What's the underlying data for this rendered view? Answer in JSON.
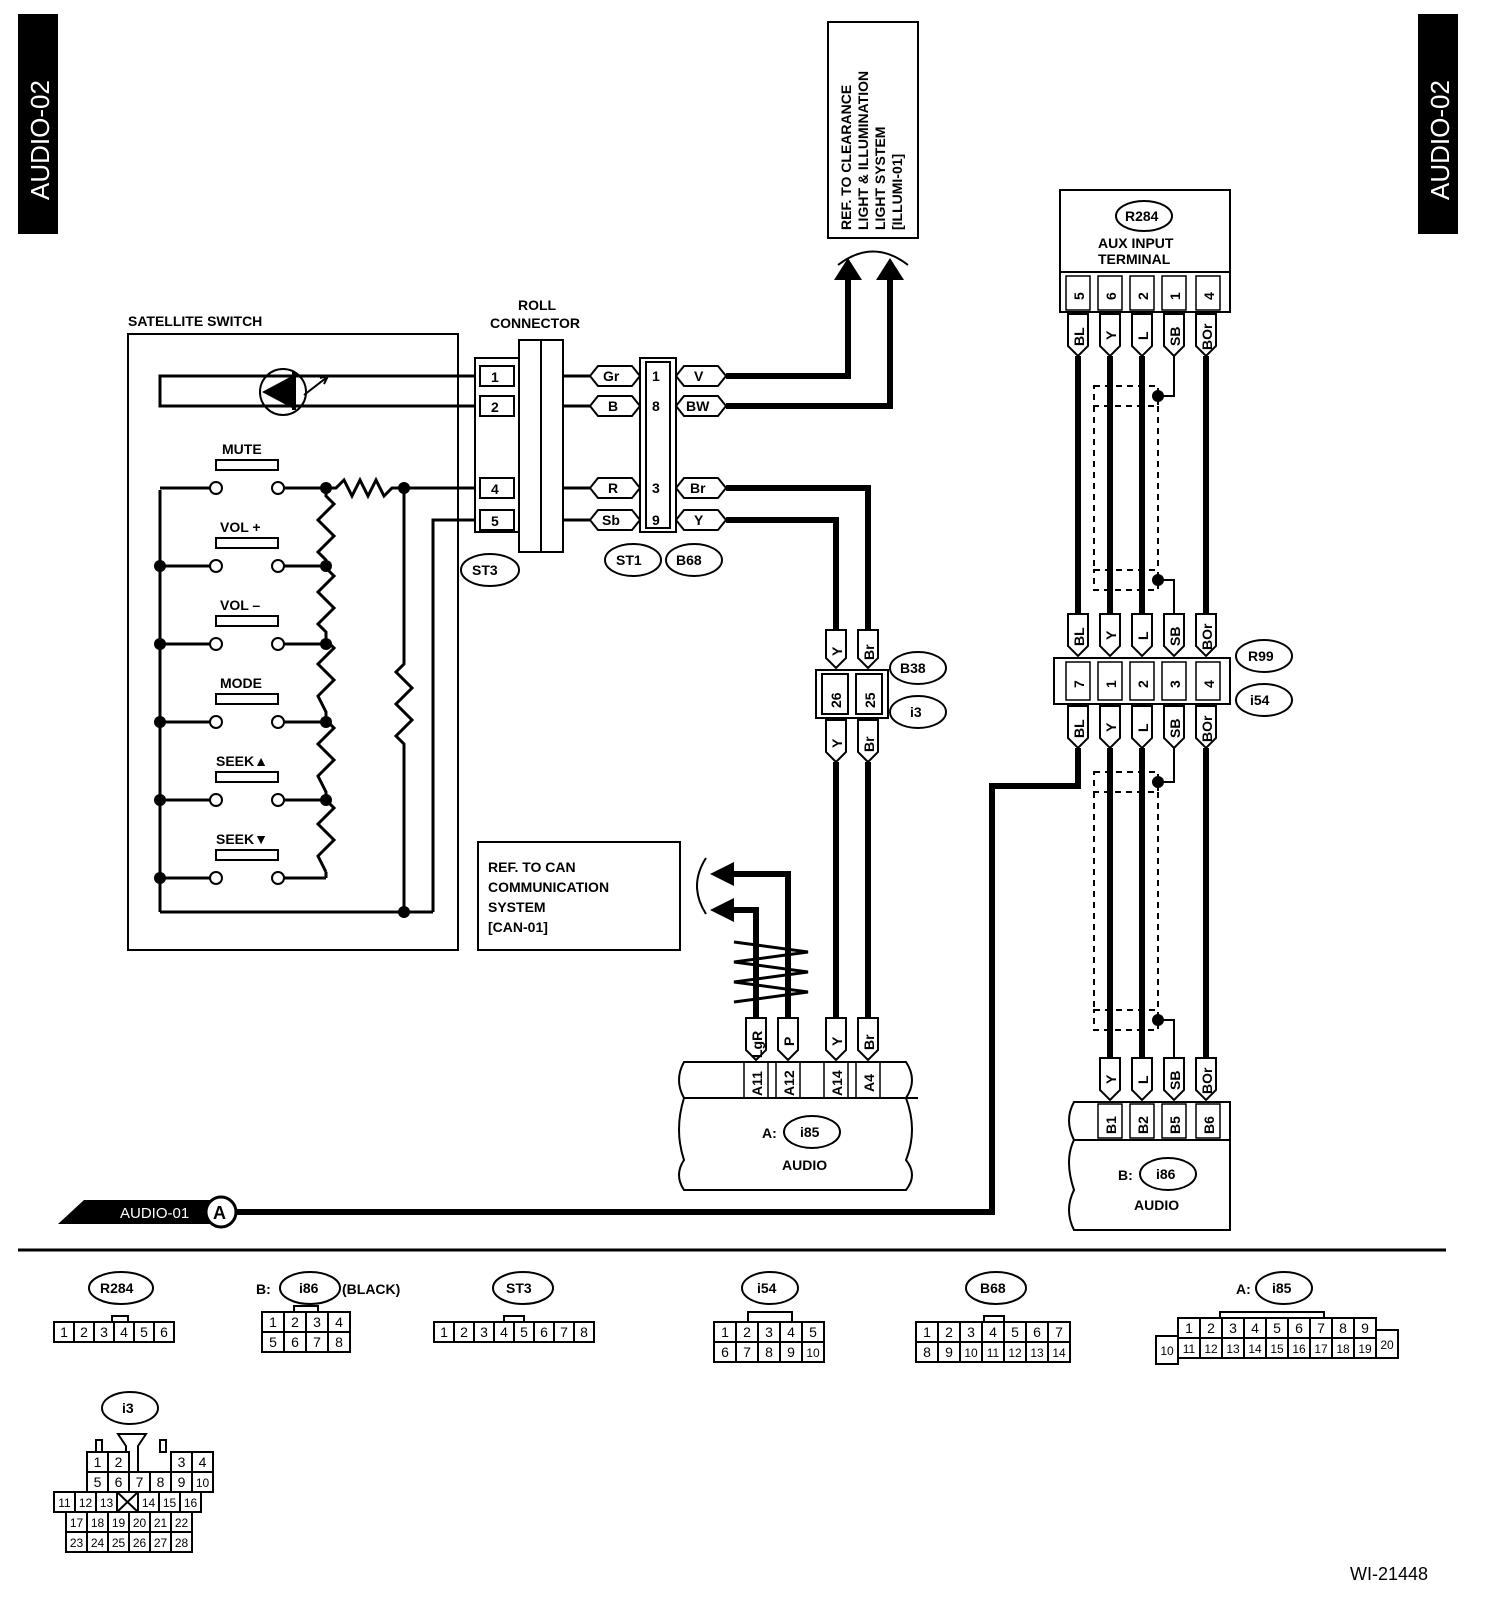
{
  "page": {
    "code_left": "AUDIO-02",
    "code_right": "AUDIO-02",
    "figure_id": "WI-21448"
  },
  "references": {
    "illumination": [
      "REF. TO CLEARANCE",
      "LIGHT & ILLUMINATION",
      "LIGHT SYSTEM",
      "[ILLUMI-01]"
    ],
    "can": [
      "REF. TO CAN",
      "COMMUNICATION",
      "SYSTEM",
      "[CAN-01]"
    ],
    "audio01": "AUDIO-01",
    "audio01_marker": "A"
  },
  "satellite_switch": {
    "title": "SATELLITE SWITCH",
    "switches": [
      "MUTE",
      "VOL +",
      "VOL –",
      "MODE",
      "SEEK▲",
      "SEEK▼"
    ]
  },
  "roll_connector": {
    "title_line1": "ROLL",
    "title_line2": "CONNECTOR",
    "pins": [
      "1",
      "2",
      "4",
      "5"
    ],
    "wires": [
      "Gr",
      "B",
      "R",
      "Sb"
    ],
    "connector_id": "ST3"
  },
  "st1_b68": {
    "pins": [
      "1",
      "8",
      "3",
      "9"
    ],
    "wires": [
      "V",
      "BW",
      "Br",
      "Y"
    ],
    "ids": [
      "ST1",
      "B68"
    ]
  },
  "b38_i3": {
    "top_wires": [
      "Y",
      "Br"
    ],
    "pins": [
      "26",
      "25"
    ],
    "bottom_wires": [
      "Y",
      "Br"
    ],
    "ids": [
      "B38",
      "i3"
    ]
  },
  "audio_a": {
    "wires": [
      "LgR",
      "P",
      "Y",
      "Br"
    ],
    "pins": [
      "A11",
      "A12",
      "A14",
      "A4"
    ],
    "prefix": "A:",
    "id": "i85",
    "label": "AUDIO"
  },
  "aux": {
    "id": "R284",
    "line1": "AUX INPUT",
    "line2": "TERMINAL",
    "pins": [
      "5",
      "6",
      "2",
      "1",
      "4"
    ],
    "wires": [
      "BL",
      "Y",
      "L",
      "SB",
      "BOr"
    ]
  },
  "r99_i54": {
    "top_wires": [
      "BL",
      "Y",
      "L",
      "SB",
      "BOr"
    ],
    "pins": [
      "7",
      "1",
      "2",
      "3",
      "4"
    ],
    "bottom_wires": [
      "BL",
      "Y",
      "L",
      "SB",
      "BOr"
    ],
    "ids": [
      "R99",
      "i54"
    ]
  },
  "audio_b": {
    "wires": [
      "Y",
      "L",
      "SB",
      "BOr"
    ],
    "pins": [
      "B1",
      "B2",
      "B5",
      "B6"
    ],
    "prefix": "B:",
    "id": "i86",
    "label": "AUDIO"
  },
  "legend": {
    "r284": {
      "id": "R284",
      "rows": [
        [
          "1",
          "2",
          "3",
          "4",
          "5",
          "6"
        ]
      ]
    },
    "i86": {
      "prefix": "B:",
      "id": "i86",
      "note": "(BLACK)",
      "rows": [
        [
          "1",
          "2",
          "3",
          "4"
        ],
        [
          "5",
          "6",
          "7",
          "8"
        ]
      ]
    },
    "st3": {
      "id": "ST3",
      "rows": [
        [
          "1",
          "2",
          "3",
          "4",
          "5",
          "6",
          "7",
          "8"
        ]
      ]
    },
    "i54": {
      "id": "i54",
      "rows": [
        [
          "1",
          "2",
          "3",
          "4",
          "5"
        ],
        [
          "6",
          "7",
          "8",
          "9",
          "10"
        ]
      ]
    },
    "b68": {
      "id": "B68",
      "rows": [
        [
          "1",
          "2",
          "3",
          "4",
          "5",
          "6",
          "7"
        ],
        [
          "8",
          "9",
          "10",
          "11",
          "12",
          "13",
          "14"
        ]
      ]
    },
    "i85": {
      "prefix": "A:",
      "id": "i85",
      "top": [
        "1",
        "2",
        "3",
        "4",
        "5",
        "6",
        "7",
        "8",
        "9"
      ],
      "bottom": [
        "11",
        "12",
        "13",
        "14",
        "15",
        "16",
        "17",
        "18",
        "19"
      ],
      "left": "10",
      "right": "20"
    },
    "i3": {
      "id": "i3",
      "row1": [
        "1",
        "2",
        "3",
        "4"
      ],
      "row2": [
        "5",
        "6",
        "7",
        "8",
        "9",
        "10"
      ],
      "row3": [
        "11",
        "12",
        "13",
        "14",
        "15",
        "16"
      ],
      "row4": [
        "17",
        "18",
        "19",
        "20",
        "21",
        "22"
      ],
      "row5": [
        "23",
        "24",
        "25",
        "26",
        "27",
        "28"
      ]
    }
  }
}
